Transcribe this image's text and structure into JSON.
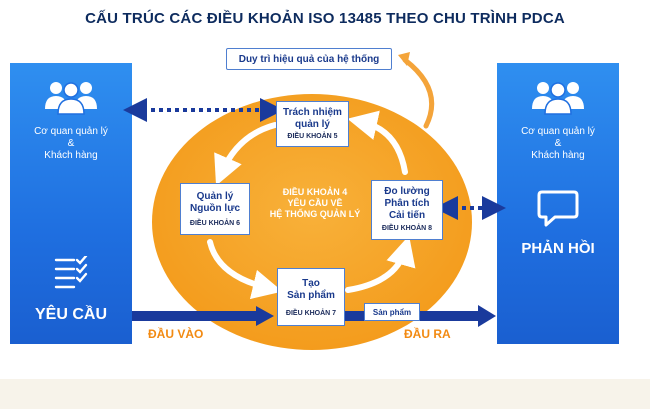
{
  "title": "CẤU TRÚC CÁC ĐIỀU KHOẢN ISO 13485 THEO CHU TRÌNH PDCA",
  "left_panel": {
    "stakeholder_line1": "Cơ quan quản lý",
    "stakeholder_line2": "&",
    "stakeholder_line3": "Khách hàng",
    "big_label": "YÊU CẦU",
    "icon_top": "people-group-icon",
    "icon_bottom": "checklist-icon"
  },
  "right_panel": {
    "stakeholder_line1": "Cơ quan quản lý",
    "stakeholder_line2": "&",
    "stakeholder_line3": "Khách hàng",
    "big_label": "PHẢN HỒI",
    "icon_top": "people-group-icon",
    "icon_bottom": "speech-bubble-icon"
  },
  "maintain_box": "Duy trì hiệu quả của hệ thống",
  "clause5": {
    "line1": "Trách nhiệm",
    "line2": "quản lý",
    "clause": "ĐIỀU KHOẢN 5"
  },
  "clause6": {
    "line1": "Quản lý",
    "line2": "Nguồn lực",
    "clause": "ĐIỀU KHOẢN 6"
  },
  "clause7": {
    "line1": "Tạo",
    "line2": "Sản phẩm",
    "clause": "ĐIỀU KHOẢN 7"
  },
  "clause8": {
    "line1": "Đo lường",
    "line2": "Phân tích",
    "line3": "Cải tiến",
    "clause": "ĐIỀU KHOẢN 8"
  },
  "center": {
    "line1": "ĐIỀU KHOẢN 4",
    "line2": "YÊU CẦU VỀ",
    "line3": "HỆ THỐNG QUẢN LÝ"
  },
  "input_label": "ĐẦU VÀO",
  "output_label": "ĐẦU RA",
  "product_label": "Sản phẩm",
  "colors": {
    "panel_blue": "#1f6fe0",
    "ellipse_orange": "#f7a021",
    "accent_orange": "#f28a12",
    "arrow_navy": "#1a3a9c",
    "title_navy": "#0d2b5e"
  }
}
